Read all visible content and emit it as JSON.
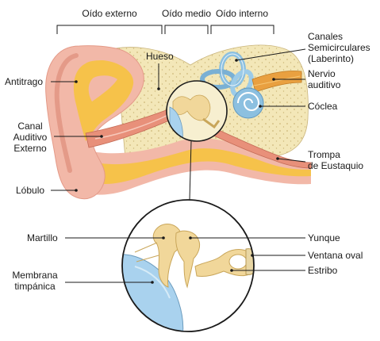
{
  "sections": {
    "outer": "Oído externo",
    "middle": "Oído medio",
    "inner": "Oído interno"
  },
  "labels": {
    "hueso": "Hueso",
    "antitrago": "Antitrago",
    "canal": [
      "Canal",
      "Auditivo",
      "Externo"
    ],
    "lobulo": "Lóbulo",
    "canales": [
      "Canales",
      "Semicirculares",
      "(Laberinto)"
    ],
    "nervio": [
      "Nervio",
      "auditivo"
    ],
    "coclea": "Cóclea",
    "trompa": [
      "Trompa",
      "de Eustaquio"
    ],
    "martillo": "Martillo",
    "membrana": [
      "Membrana",
      "timpánica"
    ],
    "yunque": "Yunque",
    "ventana": "Ventana oval",
    "estribo": "Estribo"
  },
  "colors": {
    "skin": "#f2b8a8",
    "skin_dark": "#e49a88",
    "cartilage": "#f6c24a",
    "bone": "#f3e7b8",
    "bone_speckle": "#d9c790",
    "canal": "#e8907a",
    "cochlea": "#8cc0e0",
    "eardrum": "#a9d2ee",
    "ossicle": "#f1d79a",
    "nerve": "#e9a040"
  }
}
